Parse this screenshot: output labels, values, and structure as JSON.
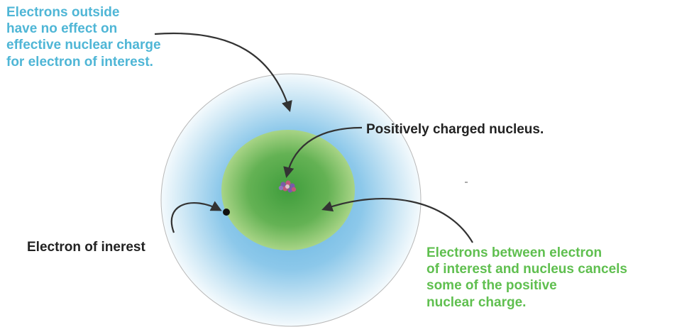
{
  "labels": {
    "outside_electrons": "Electrons outside\nhave no effect on\neffective nuclear charge\nfor electron of interest.",
    "nucleus": "Positively charged nucleus.",
    "electron_of_interest": "Electron of inerest",
    "between_electrons": "Electrons between electron\nof interest and nucleus cancels\nsome of the positive\nnuclear charge."
  },
  "colors": {
    "outer_cloud": "#5cb3e0",
    "inner_cloud": "#4fae48",
    "outside_text": "#4fb6d6",
    "between_text": "#5fbf4f",
    "dark_text": "#222222",
    "arrow": "#333333"
  }
}
